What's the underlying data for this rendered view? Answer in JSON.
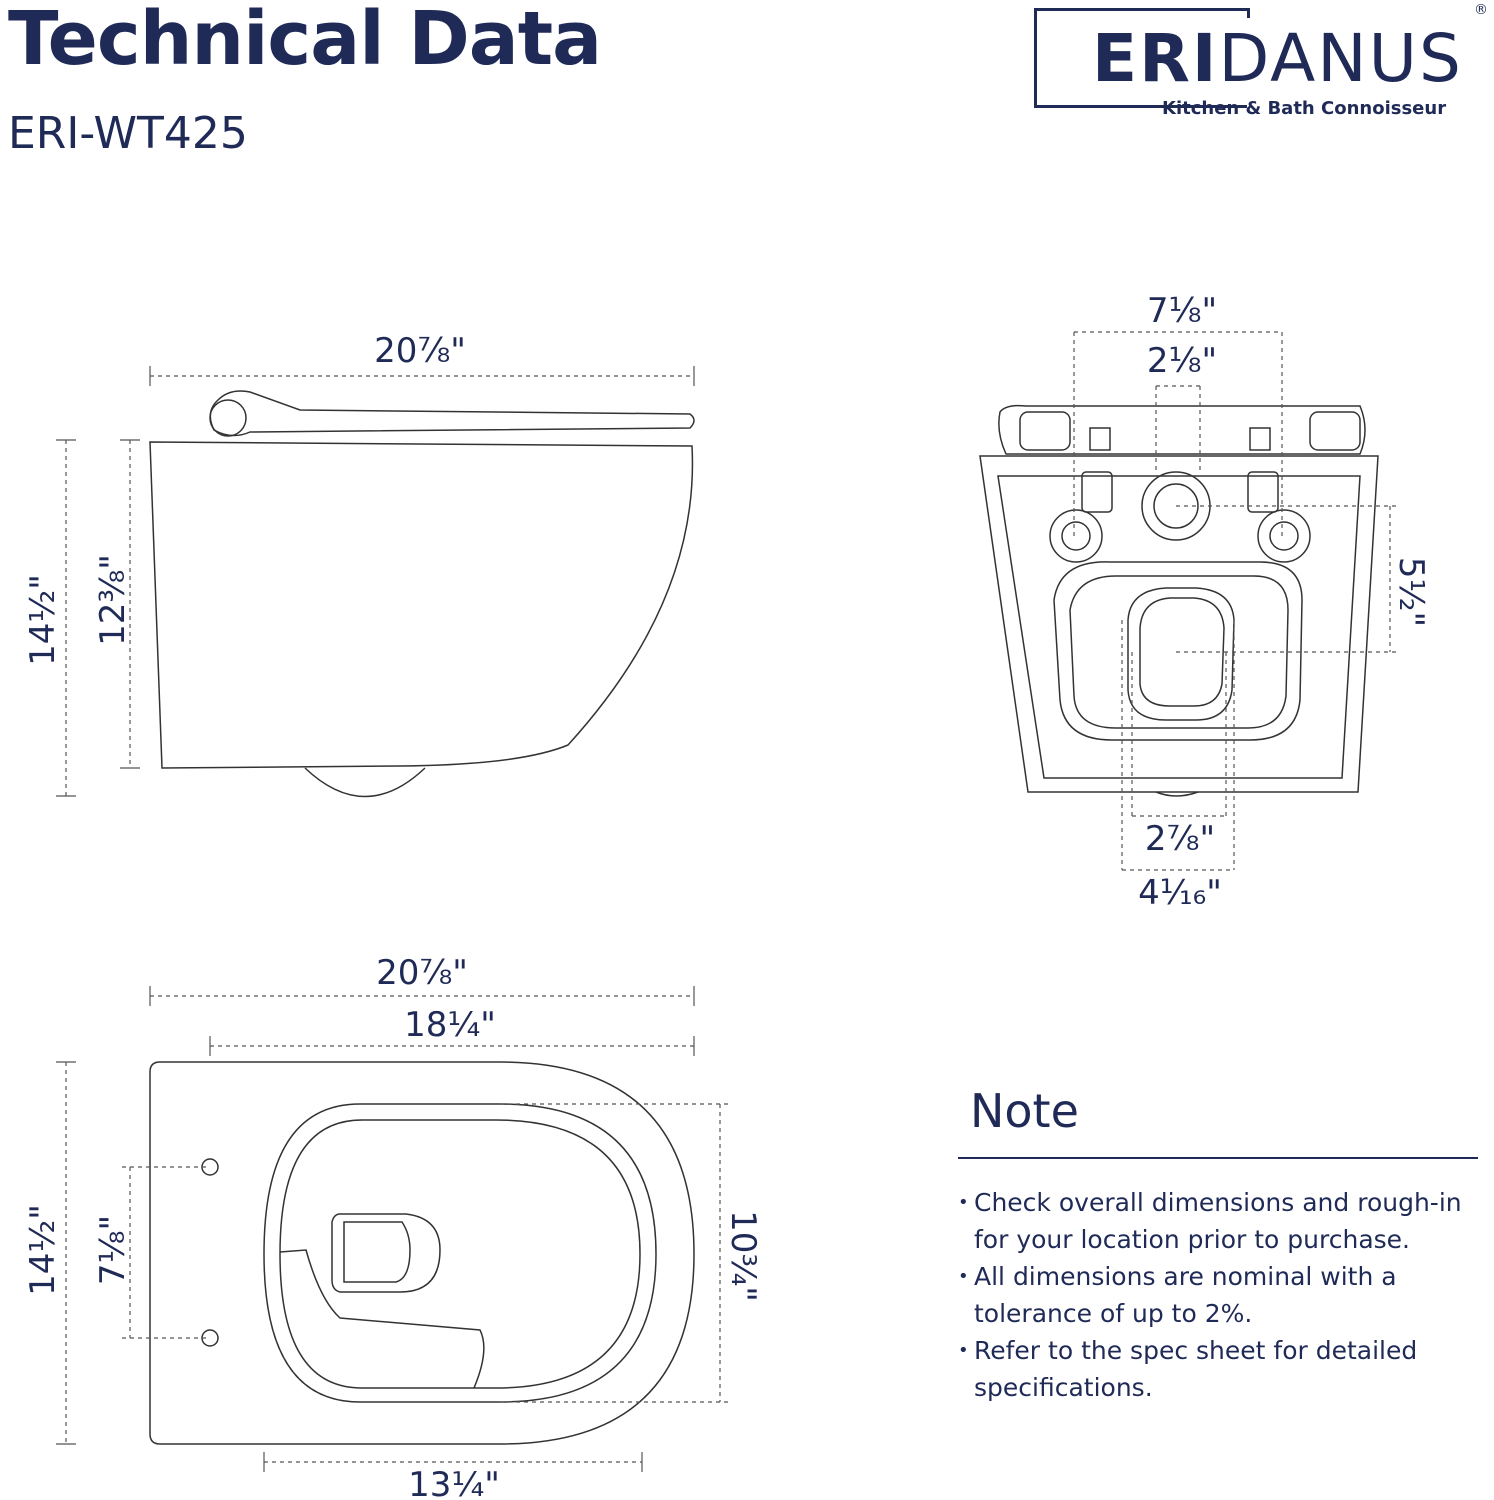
{
  "header": {
    "title": "Technical Data",
    "model": "ERI-WT425"
  },
  "logo": {
    "brand_bold": "ERI",
    "brand_light": "DANUS",
    "tagline": "Kitchen & Bath Connoisseur",
    "registered": "®"
  },
  "side_view": {
    "length": "20⅞\"",
    "height_total": "14½\"",
    "height_bowl": "12⅜\""
  },
  "rear_view": {
    "bolt_spacing": "7⅛\"",
    "inlet_width": "2⅛\"",
    "inlet_to_outlet": "5½\"",
    "outlet_inner": "2⅞\"",
    "outlet_outer": "4¹⁄₁₆\""
  },
  "top_view": {
    "length": "20⅞\"",
    "bowl_length": "18¼\"",
    "width": "14½\"",
    "bolt_spacing": "7⅛\"",
    "opening_width": "10¾\"",
    "opening_length": "13¼\""
  },
  "note": {
    "title": "Note",
    "items": [
      "Check overall dimensions and rough-in for your location prior to purchase.",
      "All dimensions are nominal with a tolerance of up to 2%.",
      "Refer to the spec sheet for detailed specifications."
    ]
  },
  "colors": {
    "brand_navy": "#1f2a57",
    "line": "#444444"
  }
}
